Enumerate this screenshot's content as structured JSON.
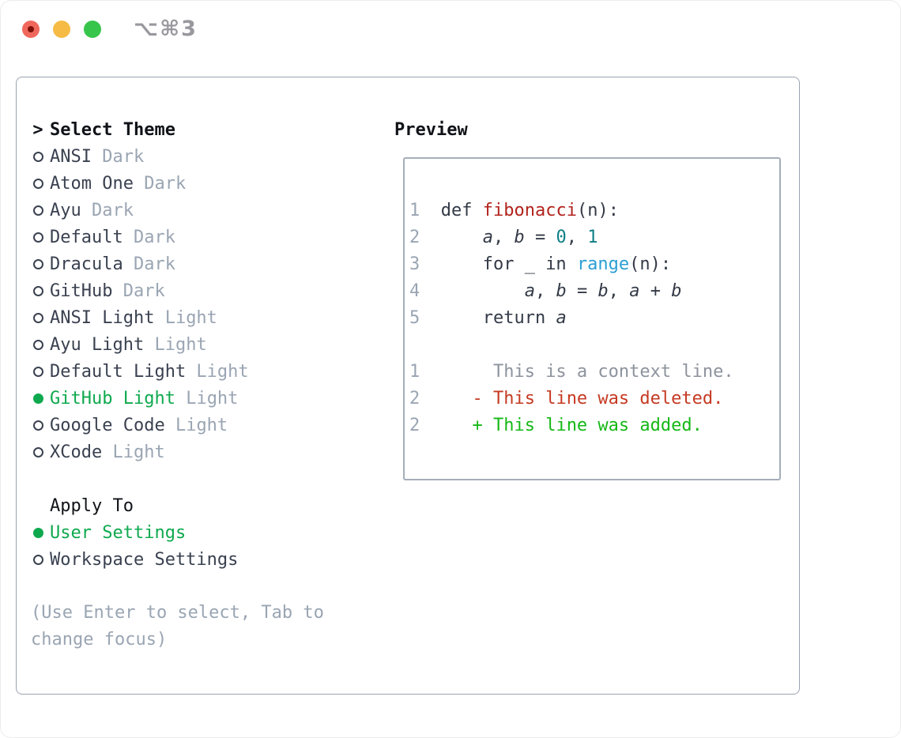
{
  "window": {
    "title_shortcut": "⌥⌘3"
  },
  "theme_panel": {
    "heading": "Select Theme",
    "cursor": ">",
    "items": [
      {
        "name": "ANSI",
        "variant": "Dark",
        "selected": false
      },
      {
        "name": "Atom One",
        "variant": "Dark",
        "selected": false
      },
      {
        "name": "Ayu",
        "variant": "Dark",
        "selected": false
      },
      {
        "name": "Default",
        "variant": "Dark",
        "selected": false
      },
      {
        "name": "Dracula",
        "variant": "Dark",
        "selected": false
      },
      {
        "name": "GitHub",
        "variant": "Dark",
        "selected": false
      },
      {
        "name": "ANSI Light",
        "variant": "Light",
        "selected": false
      },
      {
        "name": "Ayu Light",
        "variant": "Light",
        "selected": false
      },
      {
        "name": "Default Light",
        "variant": "Light",
        "selected": false
      },
      {
        "name": "GitHub Light",
        "variant": "Light",
        "selected": true
      },
      {
        "name": "Google Code",
        "variant": "Light",
        "selected": false
      },
      {
        "name": "XCode",
        "variant": "Light",
        "selected": false
      }
    ]
  },
  "apply_to": {
    "heading": "Apply To",
    "options": [
      {
        "label": "User Settings",
        "selected": true
      },
      {
        "label": "Workspace Settings",
        "selected": false
      }
    ]
  },
  "hint_lines": [
    "(Use Enter to select, Tab to",
    "change focus)"
  ],
  "preview": {
    "heading": "Preview",
    "code_lines": [
      {
        "tokens": [
          [
            "1",
            "ln"
          ],
          [
            "  ",
            "plain"
          ],
          [
            "def ",
            "plain"
          ],
          [
            "fibonacci",
            "func"
          ],
          [
            "(n):",
            "plain"
          ]
        ]
      },
      {
        "tokens": [
          [
            "2",
            "ln"
          ],
          [
            "      ",
            "plain"
          ],
          [
            "a",
            "var"
          ],
          [
            ", ",
            "plain"
          ],
          [
            "b",
            "var"
          ],
          [
            " = ",
            "plain"
          ],
          [
            "0",
            "num"
          ],
          [
            ", ",
            "plain"
          ],
          [
            "1",
            "num"
          ]
        ]
      },
      {
        "tokens": [
          [
            "3",
            "ln"
          ],
          [
            "      for _ in ",
            "plain"
          ],
          [
            "range",
            "call"
          ],
          [
            "(n):",
            "plain"
          ]
        ]
      },
      {
        "tokens": [
          [
            "4",
            "ln"
          ],
          [
            "          ",
            "plain"
          ],
          [
            "a",
            "var"
          ],
          [
            ", ",
            "plain"
          ],
          [
            "b",
            "var"
          ],
          [
            " = ",
            "plain"
          ],
          [
            "b",
            "var"
          ],
          [
            ", ",
            "plain"
          ],
          [
            "a",
            "var"
          ],
          [
            " + ",
            "plain"
          ],
          [
            "b",
            "var"
          ]
        ]
      },
      {
        "tokens": [
          [
            "5",
            "ln"
          ],
          [
            "      return ",
            "plain"
          ],
          [
            "a",
            "var"
          ]
        ]
      }
    ],
    "diff_lines": [
      {
        "tokens": [
          [
            "1",
            "ln"
          ],
          [
            "       This is a context line.",
            "ctx"
          ]
        ]
      },
      {
        "tokens": [
          [
            "2",
            "ln"
          ],
          [
            "     ",
            "plain"
          ],
          [
            "- This line was deleted.",
            "del"
          ]
        ]
      },
      {
        "tokens": [
          [
            "2",
            "ln"
          ],
          [
            "     ",
            "plain"
          ],
          [
            "+ This line was added.",
            "add"
          ]
        ]
      }
    ]
  },
  "colors": {
    "heading_black": "#101318",
    "item_dark": "#3a4150",
    "muted_gray": "#9aa5b3",
    "ctx_gray": "#8d939d",
    "select_green": "#0ea94e",
    "add_green": "#16b816",
    "del_red": "#c53a22",
    "func_red": "#b2231d",
    "call_blue": "#2b9ed4",
    "num_teal": "#0e7f85",
    "code_dark": "#333a46",
    "panel_border": "#9aa3b0",
    "box_border": "#a5aeb9",
    "title_gray": "#98989e",
    "tl_red": "#f0685c",
    "tl_red_dot": "#7d1007",
    "tl_yellow": "#f6bb45",
    "tl_green": "#38c54b"
  }
}
